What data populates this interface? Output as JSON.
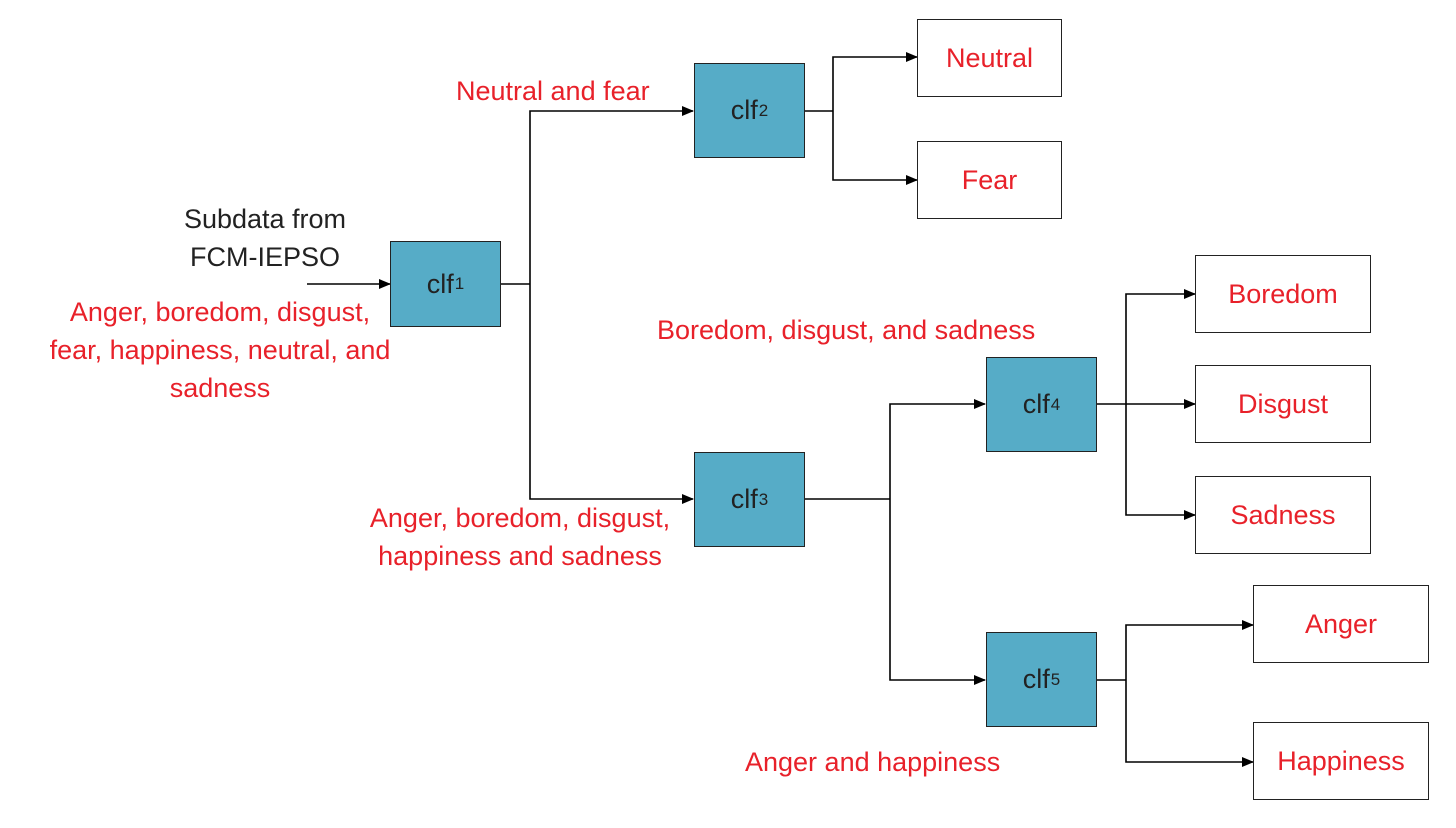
{
  "input": {
    "line1": "Subdata from",
    "line2": "FCM-IEPSO"
  },
  "classifiers": {
    "c1": {
      "name": "clf",
      "sub": "1"
    },
    "c2": {
      "name": "clf",
      "sub": "2"
    },
    "c3": {
      "name": "clf",
      "sub": "3"
    },
    "c4": {
      "name": "clf",
      "sub": "4"
    },
    "c5": {
      "name": "clf",
      "sub": "5"
    }
  },
  "groups": {
    "all": [
      "Anger, boredom, disgust,",
      "fear, happiness, neutral, and",
      "sadness"
    ],
    "neutral_fear": "Neutral and fear",
    "abdhs": [
      "Anger, boredom, disgust,",
      "happiness and sadness"
    ],
    "bds": "Boredom, disgust, and sadness",
    "ah": "Anger and happiness"
  },
  "outputs": {
    "neutral": "Neutral",
    "fear": "Fear",
    "boredom": "Boredom",
    "disgust": "Disgust",
    "sadness": "Sadness",
    "anger": "Anger",
    "happiness": "Happiness"
  },
  "colors": {
    "classifier_fill": "#56acc7",
    "label_red": "#e8212a",
    "line": "#000000"
  }
}
